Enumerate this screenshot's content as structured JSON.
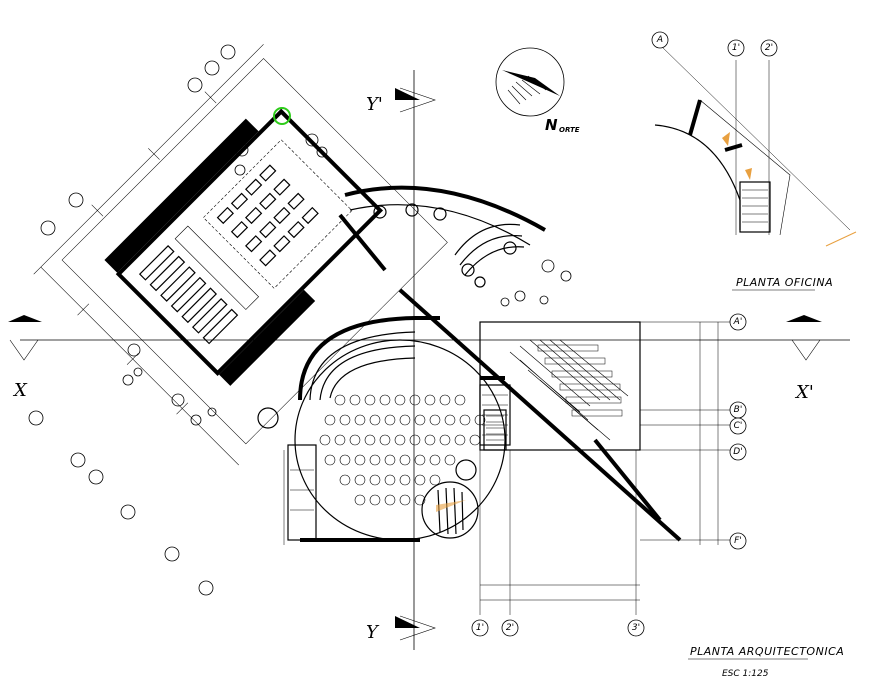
{
  "title": "PLANTA ARQUITECTONICA",
  "scale": "ESC 1:125",
  "inset_title": "PLANTA OFICINA",
  "north": {
    "big": "N",
    "small": "ORTE"
  },
  "cut_labels": {
    "y_top": "Y'",
    "y_bottom": "Y",
    "x_left": "X",
    "x_right": "X'"
  },
  "grid_bubbles": {
    "bottom": [
      "1'",
      "2'",
      "3'"
    ],
    "right": [
      "A'",
      "B'",
      "C'",
      "D'",
      "F'"
    ],
    "inset_top": [
      "1'",
      "2'"
    ],
    "inset_left": "A"
  },
  "colors": {
    "ink": "#000000",
    "tree_accent": "#2ecc1a",
    "inset_accent": "#e8a040"
  }
}
